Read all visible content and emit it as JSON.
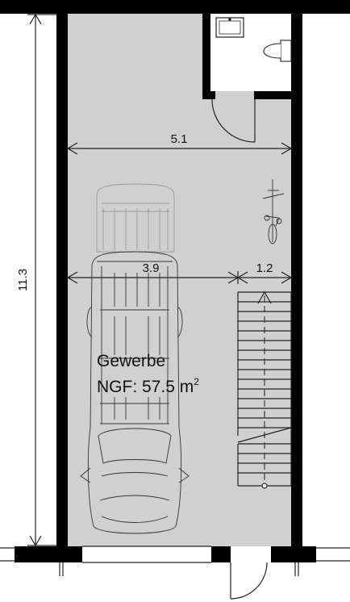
{
  "room": {
    "name": "Gewerbe",
    "area_label": "NGF: 57.5 m",
    "area_unit_sup": "2"
  },
  "dimensions": {
    "interior_width": "5.1",
    "parking_width": "3.9",
    "side_width": "1.2",
    "depth": "11.3"
  },
  "colors": {
    "floor": "#d0d0d0",
    "wall": "#000000",
    "line": "#222222"
  },
  "icons": [
    "car-icon",
    "bicycle-icon",
    "sink-icon",
    "toilet-icon",
    "door-swing-icon",
    "staircase-icon"
  ]
}
